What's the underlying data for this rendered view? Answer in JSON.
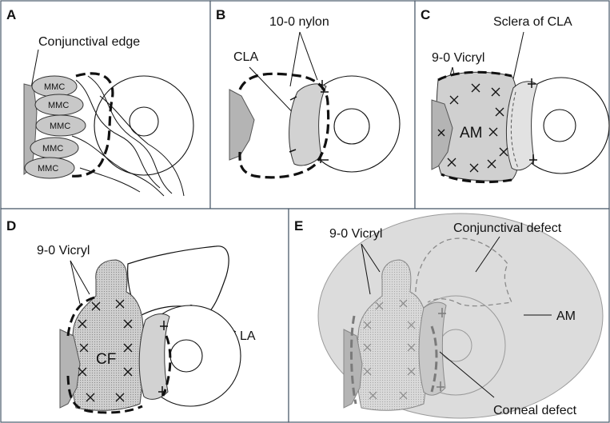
{
  "panels": {
    "a": {
      "letter": "A",
      "label_conjunctival_edge": "Conjunctival edge",
      "mmc_labels": [
        "MMC",
        "MMC",
        "MMC",
        "MMC",
        "MMC"
      ]
    },
    "b": {
      "letter": "B",
      "label_nylon": "10-0 nylon",
      "label_cla": "CLA"
    },
    "c": {
      "letter": "C",
      "label_vicryl": "9-0 Vicryl",
      "label_sclera": "Sclera of CLA",
      "label_am": "AM"
    },
    "d": {
      "letter": "D",
      "label_vicryl": "9-0 Vicryl",
      "label_cf": "CF",
      "label_la": "LA"
    },
    "e": {
      "letter": "E",
      "label_vicryl": "9-0 Vicryl",
      "label_conj_defect": "Conjunctival defect",
      "label_am": "AM",
      "label_corneal_defect": "Corneal defect"
    }
  }
}
